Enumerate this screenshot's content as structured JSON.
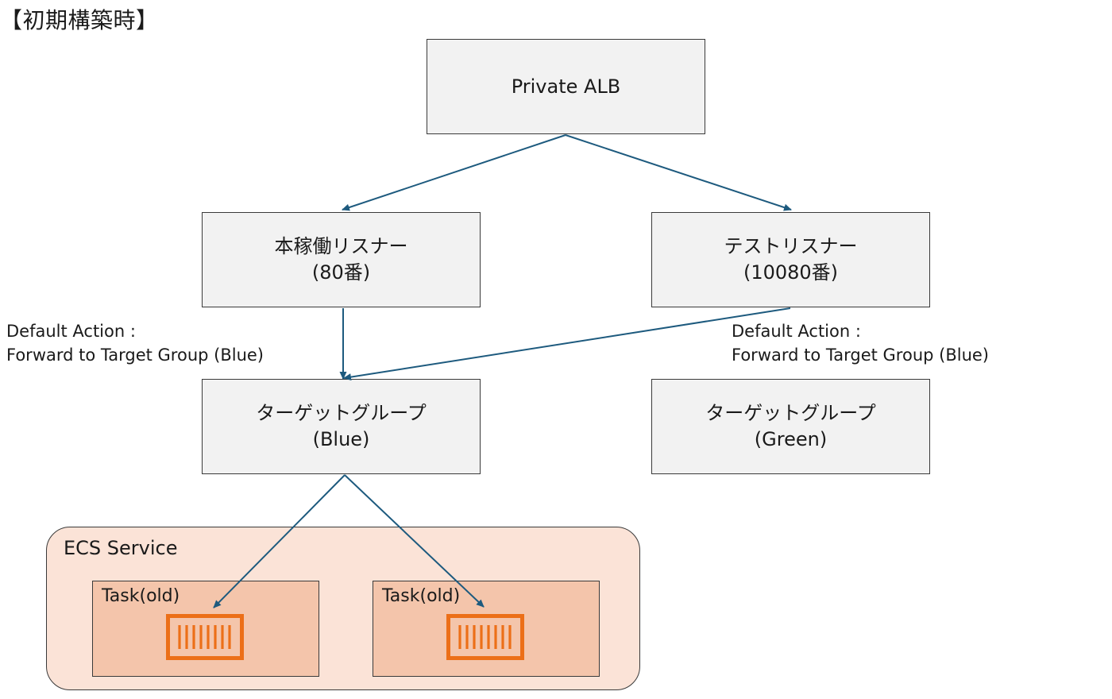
{
  "title": "【初期構築時】",
  "alb": {
    "label": "Private ALB"
  },
  "listeners": {
    "prod": {
      "line1": "本稼働リスナー",
      "line2": "(80番)"
    },
    "test": {
      "line1": "テストリスナー",
      "line2": "(10080番)"
    }
  },
  "notes": {
    "left": {
      "line1": "Default Action :",
      "line2": "Forward to Target Group (Blue)"
    },
    "right": {
      "line1": "Default Action :",
      "line2": "Forward to Target Group (Blue)"
    }
  },
  "target_groups": {
    "blue": {
      "line1": "ターゲットグループ",
      "line2": "(Blue)"
    },
    "green": {
      "line1": "ターゲットグループ",
      "line2": "(Green)"
    }
  },
  "ecs_service": {
    "label": "ECS Service",
    "tasks": [
      {
        "label": "Task(old)"
      },
      {
        "label": "Task(old)"
      }
    ]
  },
  "colors": {
    "arrow": "#1d5a7e",
    "box_fill": "#f2f2f2",
    "service_fill": "#fbe3d7",
    "task_fill": "#f4c5ab",
    "container_icon": "#ec6f18"
  },
  "icons": {
    "container": "container-icon"
  }
}
